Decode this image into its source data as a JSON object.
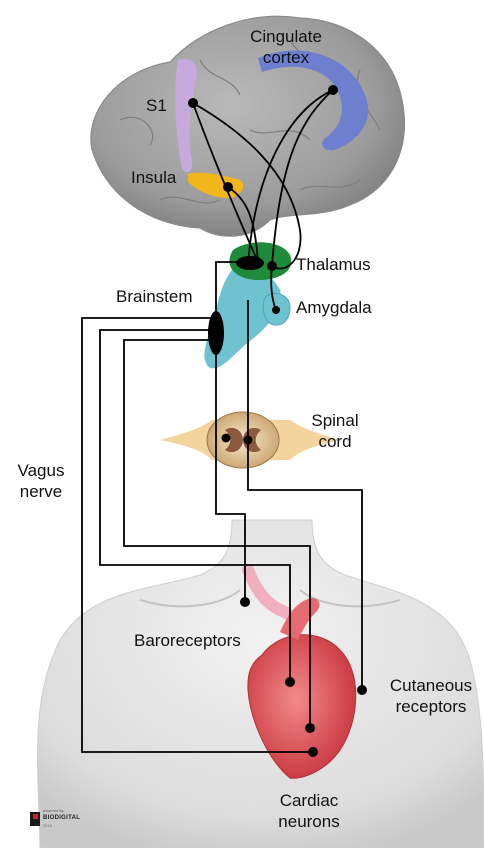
{
  "labels": {
    "cingulate_line1": "Cingulate",
    "cingulate_line2": "cortex",
    "s1": "S1",
    "insula": "Insula",
    "thalamus": "Thalamus",
    "brainstem": "Brainstem",
    "amygdala": "Amygdala",
    "spinal_line1": "Spinal",
    "spinal_line2": "cord",
    "vagus_line1": "Vagus",
    "vagus_line2": "nerve",
    "baroreceptors": "Baroreceptors",
    "cutaneous_line1": "Cutaneous",
    "cutaneous_line2": "receptors",
    "cardiac_line1": "Cardiac",
    "cardiac_line2": "neurons"
  },
  "logo": {
    "tagline": "powered by",
    "brand": "BIODIGITAL",
    "year": "2018"
  },
  "colors": {
    "brain": "#a8a8a8",
    "cingulate": "#6f7fd0",
    "s1": "#c7a9de",
    "insula": "#f2b51a",
    "thalamus": "#1e8a3a",
    "brainstem": "#6fc2d0",
    "heart": "#d9464c",
    "pathway": "#000000"
  }
}
